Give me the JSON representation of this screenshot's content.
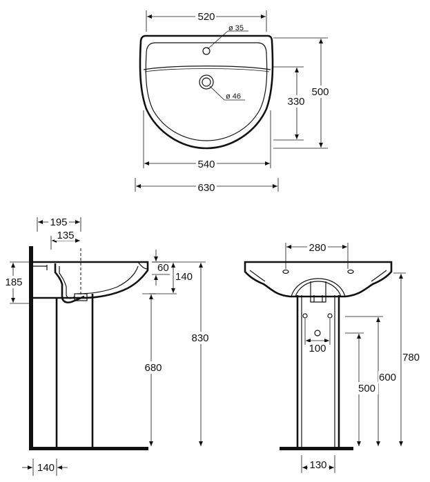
{
  "top_view": {
    "width_520": "520",
    "hole_35": "ø 35",
    "depth_330": "330",
    "depth_500": "500",
    "drain_46": "ø 46",
    "width_540": "540",
    "width_630": "630"
  },
  "side_view": {
    "dim_195": "195",
    "dim_135": "135",
    "dim_185": "185",
    "dim_60": "60",
    "dim_140": "140",
    "dim_830": "830",
    "dim_680": "680",
    "dim_140_bottom": "140"
  },
  "front_view": {
    "dim_280": "280",
    "dim_100": "100",
    "dim_780": "780",
    "dim_600": "600",
    "dim_500": "500",
    "dim_130": "130"
  }
}
